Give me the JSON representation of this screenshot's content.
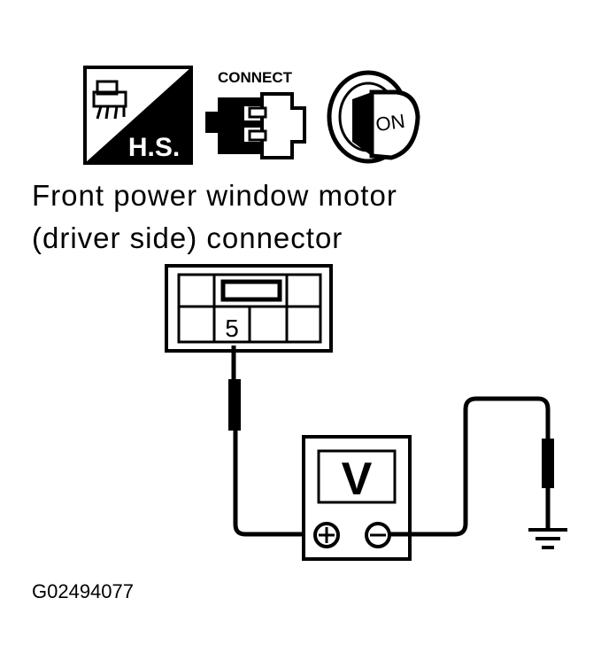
{
  "diagram": {
    "title_line_1": "Front power window motor",
    "title_line_2": "(driver side) connector",
    "figure_id": "G02494077",
    "icons": {
      "harness_side_label": "H.S.",
      "connect_label": "CONNECT",
      "ignition_label": "ON"
    },
    "connector": {
      "terminal_label": "5"
    },
    "meter": {
      "label": "V",
      "positive_symbol": "+",
      "negative_symbol": "−"
    }
  }
}
